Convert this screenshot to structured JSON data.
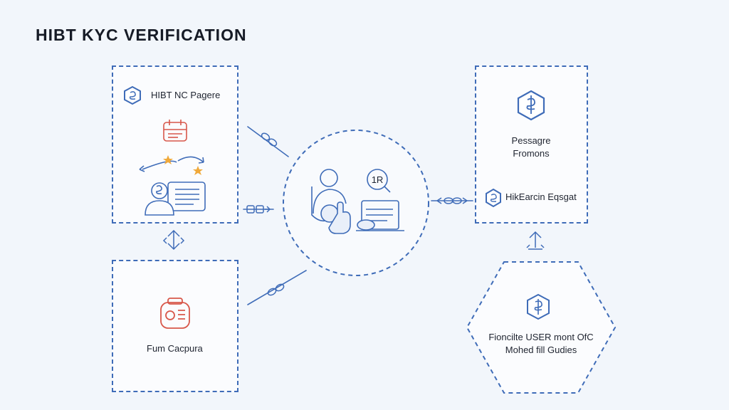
{
  "title": "HIBT KYC VERIFICATION",
  "nodes": {
    "top_left": {
      "label": "HIBT NC Pagere"
    },
    "bottom_left": {
      "label": "Fum Cacpura"
    },
    "top_right": {
      "label_line1": "Pessagre",
      "label_line2": "Fromons",
      "footer_label": "HikEarcin Eqsgat"
    },
    "bottom_right": {
      "label_line1": "Fioncilte USER mont OfC",
      "label_line2": "Mohed fill Gudies"
    }
  },
  "center_badge": "1R",
  "colors": {
    "accent": "#3f6cb8",
    "icon_red": "#d8574a",
    "star": "#f0a93a",
    "background": "#f2f6fb"
  },
  "icons": [
    "hibt-logo-icon",
    "calendar-icon",
    "star-icon",
    "document-scan-icon",
    "link-icon",
    "user-icon",
    "hand-pointer-icon",
    "laptop-icon",
    "camera-icon",
    "upload-icon"
  ]
}
